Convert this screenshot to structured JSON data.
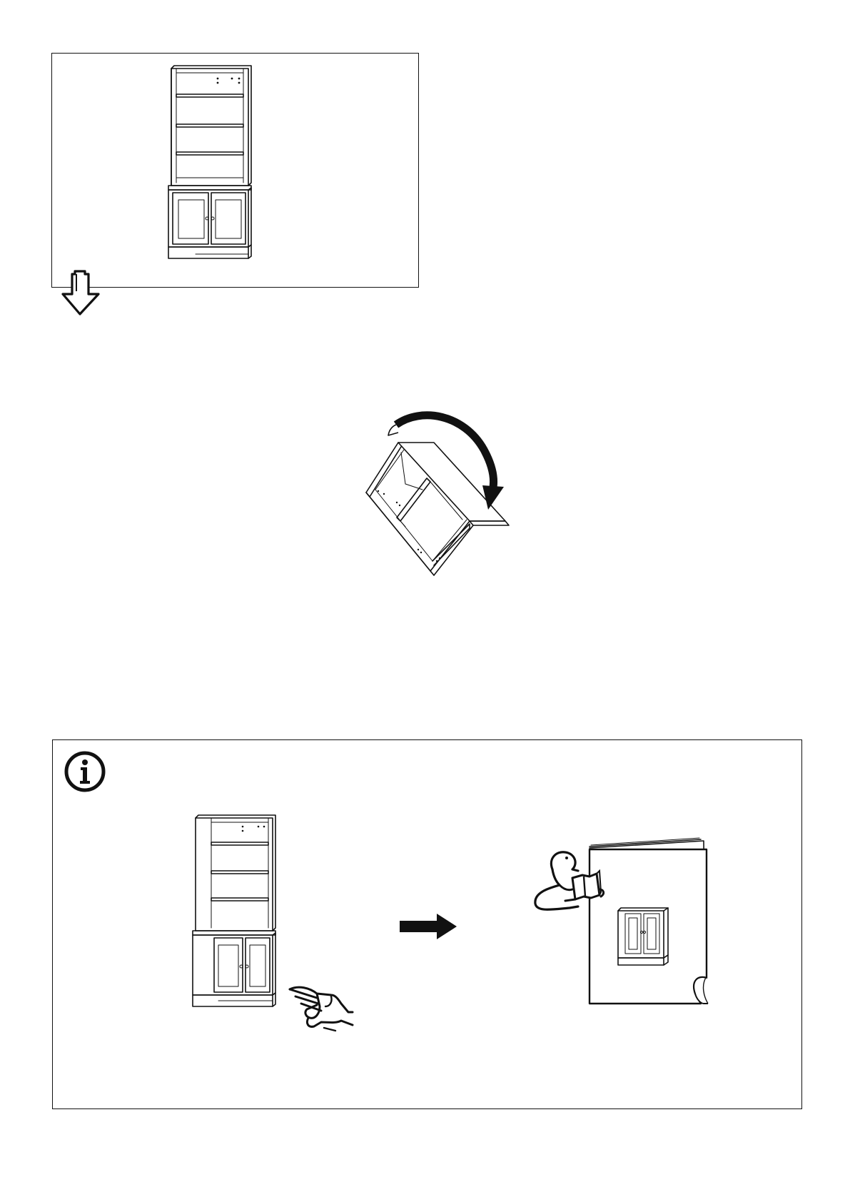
{
  "page": {
    "type": "assembly-instruction-page",
    "colors": {
      "ink": "#111111",
      "paper": "#ffffff"
    }
  },
  "panels": [
    {
      "id": "completed-unit-reference",
      "icon": "open-bookcase-on-closed-cabinet"
    },
    {
      "id": "continue-arrow",
      "icon": "down-arrow-outline-icon"
    },
    {
      "id": "tilt-step",
      "icon": "tilted-frame-with-rotation-arrow"
    },
    {
      "id": "info-panel",
      "icons": [
        "info-icon",
        "pointing-hand-icon",
        "right-arrow-icon",
        "reading-figure-icon",
        "manual-booklet-icon"
      ]
    }
  ]
}
